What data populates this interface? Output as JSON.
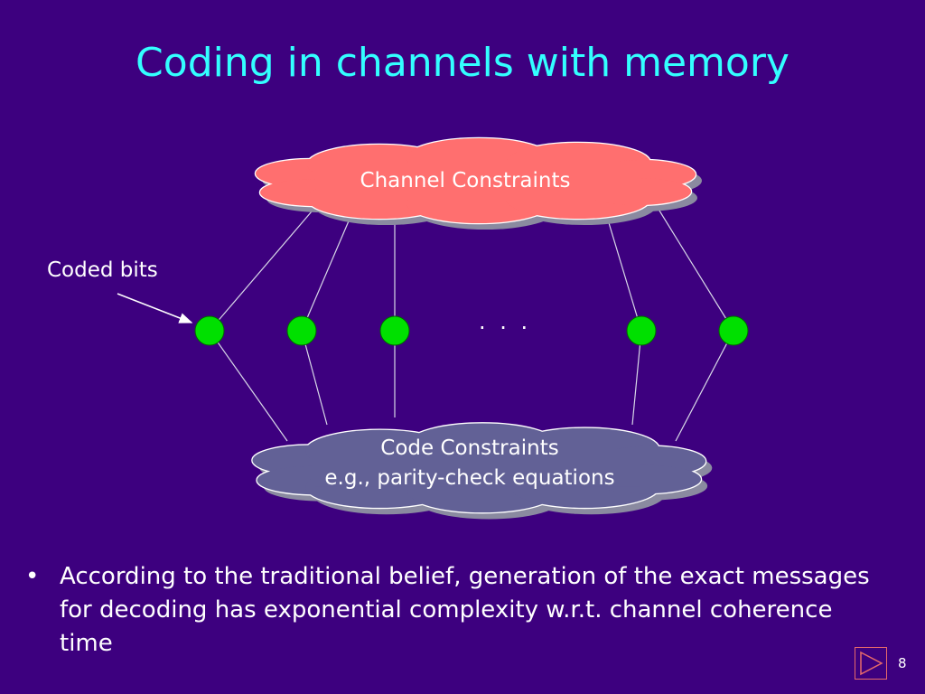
{
  "slide": {
    "title": "Coding in channels with memory",
    "page_number": "8",
    "colors": {
      "background": "#3d007f",
      "title": "#33ffff",
      "channel_cloud": "#ff6f6f",
      "code_cloud": "#626196",
      "nodes": "#00e000",
      "nav_button_border": "#e86a6a"
    }
  },
  "diagram": {
    "channel_cloud_label": "Channel Constraints",
    "code_cloud_label_line1": "Code Constraints",
    "code_cloud_label_line2": "e.g., parity-check equations",
    "coded_bits_label": "Coded bits",
    "ellipsis": ". . ."
  },
  "bullets": [
    {
      "text": "According to the traditional belief, generation of the exact messages for decoding has exponential complexity w.r.t. channel coherence time"
    }
  ],
  "nav": {
    "icon": "play-triangle-icon"
  }
}
